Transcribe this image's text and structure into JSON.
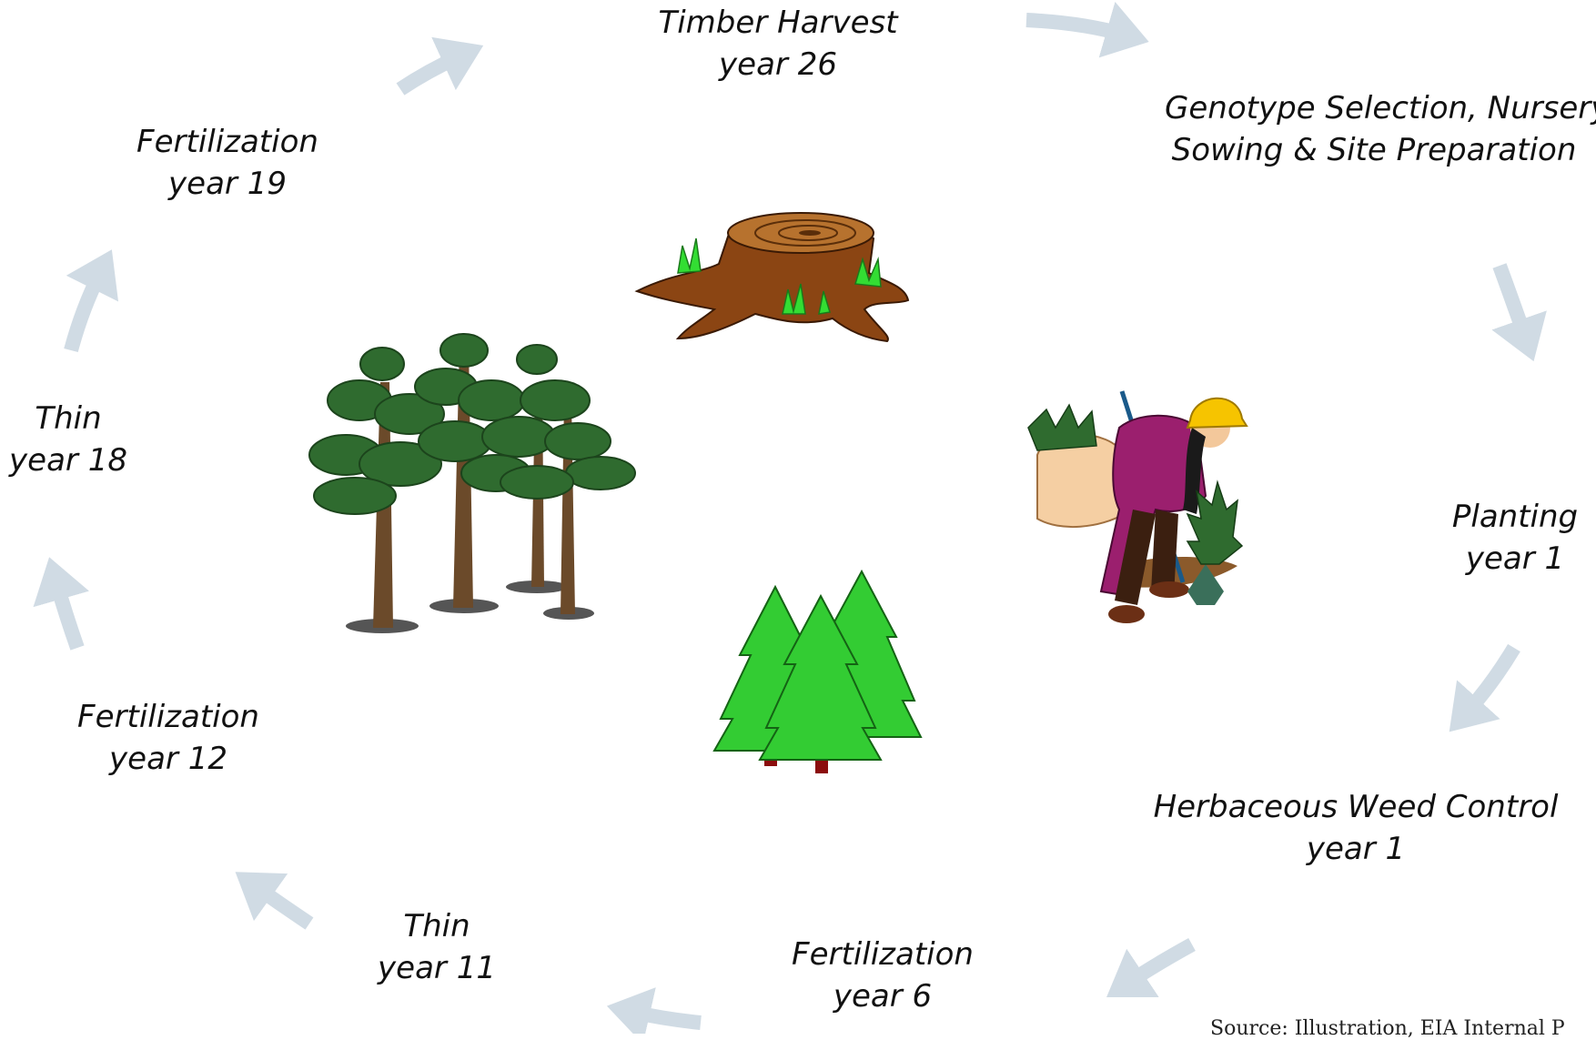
{
  "steps": [
    {
      "title": "Timber Harvest",
      "year": "year  26"
    },
    {
      "title": "Genotype Selection, Nursery",
      "year": "Sowing & Site Preparation"
    },
    {
      "title": "Planting",
      "year": "year  1"
    },
    {
      "title": "Herbaceous Weed Control",
      "year": "year  1"
    },
    {
      "title": "Fertilization",
      "year": "year 6"
    },
    {
      "title": "Thin",
      "year": "year 11"
    },
    {
      "title": "Fertilization",
      "year": "year 12"
    },
    {
      "title": "Thin",
      "year": "year 18"
    },
    {
      "title": "Fertilization",
      "year": "year 19"
    }
  ],
  "source": "Source: Illustration, EIA Internal P",
  "colors": {
    "arrow": "#d0dbe4",
    "tree_dark": "#2f6b2f",
    "tree_bright": "#33cc33",
    "stump": "#8b4513",
    "worker": "#9b1f6e"
  },
  "illustrations": [
    "tree-stump",
    "tree-planter-worker",
    "young-pine-trees",
    "mature-pine-trees"
  ]
}
